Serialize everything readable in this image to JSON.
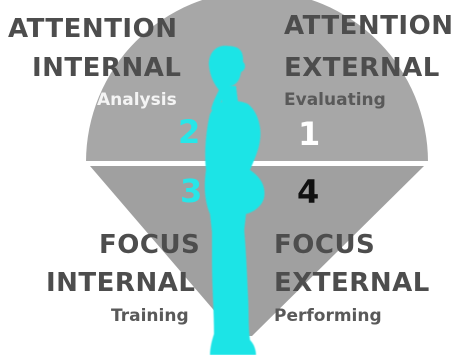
{
  "quadrants": {
    "top_left": {
      "title_line1": "ATTENTION",
      "title_line2": "INTERNAL",
      "subtitle": "Analysis",
      "number": "2"
    },
    "top_right": {
      "title_line1": "ATTENTION",
      "title_line2": "EXTERNAL",
      "subtitle": "Evaluating",
      "number": "1"
    },
    "bottom_left": {
      "title_line1": "FOCUS",
      "title_line2": "INTERNAL",
      "subtitle": "Training",
      "number": "3"
    },
    "bottom_right": {
      "title_line1": "FOCUS",
      "title_line2": "EXTERNAL",
      "subtitle": "Performing",
      "number": "4"
    }
  },
  "colors": {
    "top_shape": "#a7a7a7",
    "bottom_shape": "#a0a0a0",
    "divider": "#ffffff",
    "silhouette": "#1fe4e6",
    "title_text": "#4d4d4d",
    "number_2": "#27e6e8",
    "number_3": "#27e6e8",
    "number_1": "#ffffff",
    "number_4": "#111111"
  }
}
